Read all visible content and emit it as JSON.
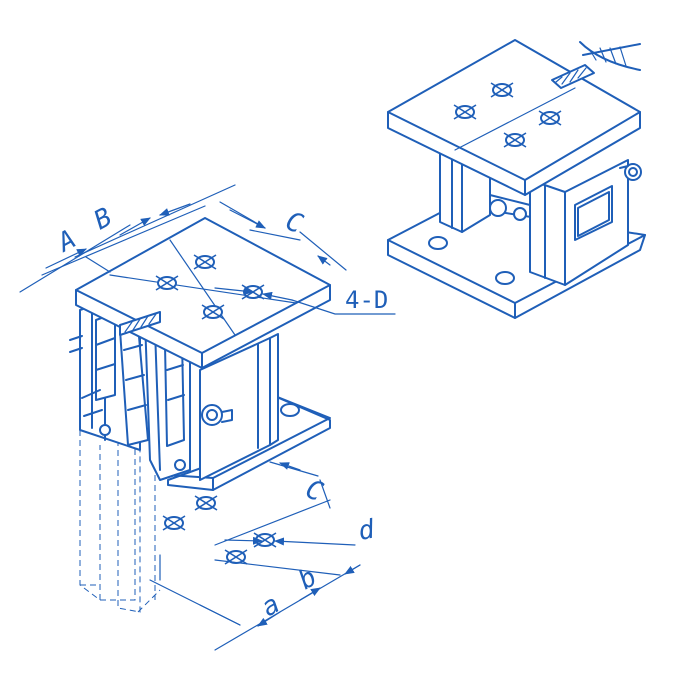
{
  "colors": {
    "ink": "#1f5fb8",
    "background": "#ffffff"
  },
  "labels": {
    "A": "A",
    "B": "B",
    "C_top": "C",
    "D": "4-D",
    "C_bottom": "C",
    "d": "d",
    "b": "b",
    "a": "a"
  }
}
